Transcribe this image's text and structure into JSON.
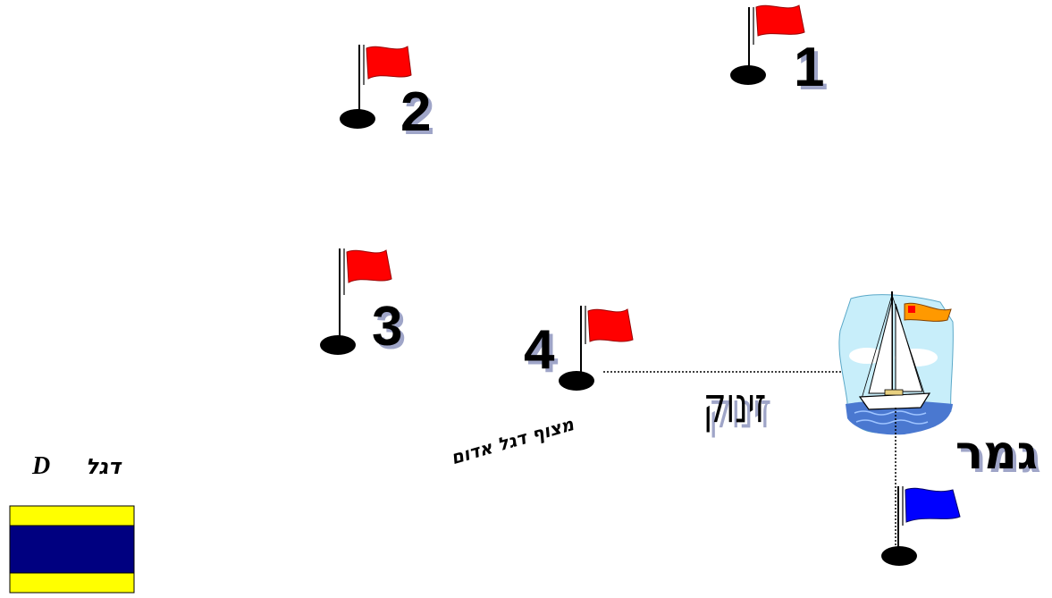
{
  "marks": {
    "mark1": "1",
    "mark2": "2",
    "mark3": "3",
    "mark4": "4"
  },
  "labels": {
    "start": "זינוק",
    "finish": "גמר",
    "red_flag_buoy": "מצוף דגל אדום",
    "flag_d_word": "דגל",
    "flag_d_letter": "D"
  },
  "colors": {
    "mark_flag": "#ff0000",
    "finish_flag": "#0000ff",
    "boat_flag": "#ff9900",
    "flag_d_yellow": "#ffff00",
    "flag_d_blue": "#000080",
    "buoy": "#000000"
  },
  "icons": {
    "mark_flag": "red-flag-icon",
    "finish_flag": "blue-flag-icon",
    "boat": "sailboat-icon",
    "code_flag": "signal-flag-d-icon"
  }
}
